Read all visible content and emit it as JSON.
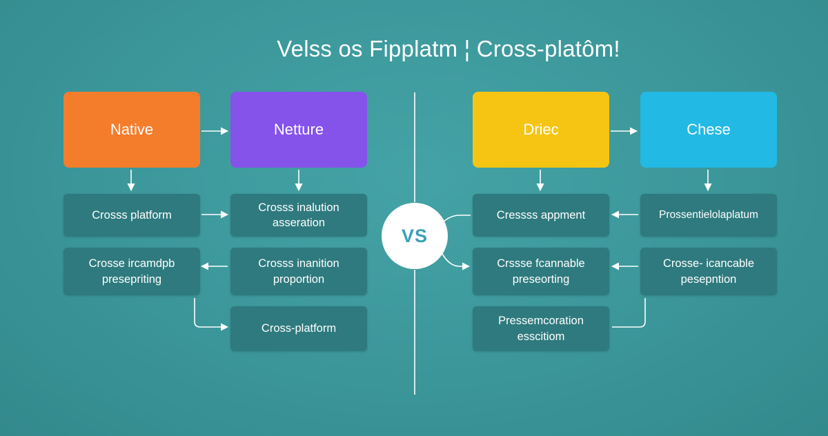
{
  "title": "Velss os Fipplatm ¦ Cross-platôm!",
  "center_badge": "VS",
  "colors": {
    "background": "#3b9799",
    "native": "#f47d2c",
    "netture": "#8553ea",
    "driec": "#f6c514",
    "chese": "#22b9e5",
    "sub_box": "#2e7a7e"
  },
  "left": {
    "col1": {
      "header": "Native",
      "items": [
        "Crosss platform",
        "Crosse ircamdpb presepriting"
      ]
    },
    "col2": {
      "header": "Netture",
      "items": [
        "Crosss inalution asseration",
        "Crosss inanition proportion",
        "Cross-platform"
      ]
    }
  },
  "right": {
    "col1": {
      "header": "Driec",
      "items": [
        "Cressss appment",
        "Crssse fcannable preseorting",
        "Pressemcoration esscitiom"
      ]
    },
    "col2": {
      "header": "Chese",
      "items": [
        "Prossentielolaplatum",
        "Crosse- icancable pesepntion"
      ]
    }
  }
}
